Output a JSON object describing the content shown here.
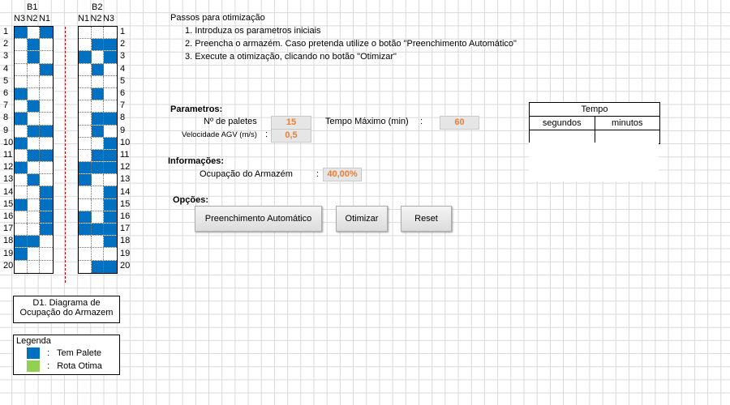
{
  "racks": {
    "b1": {
      "label": "B1",
      "columns": [
        "N3",
        "N2",
        "N1"
      ],
      "rows": [
        [
          1,
          0,
          1
        ],
        [
          0,
          1,
          0
        ],
        [
          0,
          1,
          0
        ],
        [
          0,
          0,
          1
        ],
        [
          0,
          0,
          0
        ],
        [
          1,
          0,
          0
        ],
        [
          0,
          1,
          0
        ],
        [
          1,
          0,
          0
        ],
        [
          0,
          1,
          1
        ],
        [
          1,
          0,
          0
        ],
        [
          0,
          1,
          1
        ],
        [
          1,
          0,
          0
        ],
        [
          0,
          1,
          0
        ],
        [
          0,
          0,
          1
        ],
        [
          1,
          0,
          1
        ],
        [
          0,
          0,
          1
        ],
        [
          0,
          0,
          1
        ],
        [
          1,
          1,
          0
        ],
        [
          1,
          0,
          0
        ],
        [
          0,
          0,
          0
        ]
      ]
    },
    "b2": {
      "label": "B2",
      "columns": [
        "N1",
        "N2",
        "N3"
      ],
      "rows": [
        [
          0,
          0,
          0
        ],
        [
          0,
          1,
          1
        ],
        [
          1,
          0,
          1
        ],
        [
          0,
          1,
          0
        ],
        [
          0,
          0,
          0
        ],
        [
          0,
          1,
          0
        ],
        [
          0,
          0,
          0
        ],
        [
          0,
          1,
          1
        ],
        [
          0,
          1,
          0
        ],
        [
          0,
          0,
          1
        ],
        [
          0,
          1,
          1
        ],
        [
          1,
          1,
          1
        ],
        [
          1,
          0,
          0
        ],
        [
          0,
          0,
          1
        ],
        [
          0,
          0,
          1
        ],
        [
          1,
          0,
          1
        ],
        [
          1,
          1,
          1
        ],
        [
          0,
          0,
          1
        ],
        [
          0,
          0,
          0
        ],
        [
          0,
          1,
          1
        ]
      ]
    },
    "row_numbers": [
      "1",
      "2",
      "3",
      "4",
      "5",
      "6",
      "7",
      "8",
      "9",
      "10",
      "11",
      "12",
      "13",
      "14",
      "15",
      "16",
      "17",
      "18",
      "19",
      "20"
    ]
  },
  "diagram_label": {
    "line1": "D1. Diagrama de",
    "line2": "Ocupação do Armazem"
  },
  "legend": {
    "title": "Legenda",
    "items": [
      {
        "color": "#0070c0",
        "sep": ":",
        "label": "Tem Palete"
      },
      {
        "color": "#92d050",
        "sep": ":",
        "label": "Rota Otima"
      }
    ]
  },
  "steps": {
    "title": "Passos para otimização",
    "items": [
      "1.  Introduza os parametros iniciais",
      "2.  Preencha o armazém. Caso pretenda utilize o botão \"Preenchimento Automático\"",
      "3.  Execute a otimização, clicando no botão \"Otimizar\""
    ]
  },
  "parametros": {
    "title": "Parametros:",
    "paletes_label": "Nº de paletes",
    "paletes_sep": ":",
    "paletes_value": "15",
    "tempo_max_label": "Tempo Máximo (min)",
    "tempo_max_sep": ":",
    "tempo_max_value": "60",
    "velocidade_label": "Velocidade AGV (m/s)",
    "velocidade_sep": ":",
    "velocidade_value": "0,5"
  },
  "informacoes": {
    "title": "Informações:",
    "ocupacao_label": "Ocupação  do Armazém",
    "ocupacao_sep": ":",
    "ocupacao_value": "40,00%"
  },
  "opcoes": {
    "title": "Opções:",
    "btn_preenchimento": "Preenchimento Automático",
    "btn_otimizar": "Otimizar",
    "btn_reset": "Reset"
  },
  "tempo": {
    "title": "Tempo",
    "col1": "segundos",
    "col2": "minutos",
    "val1": "",
    "val2": ""
  },
  "colors": {
    "occupied": "#0070c0",
    "route": "#92d050",
    "value_text": "#ed7d31"
  }
}
